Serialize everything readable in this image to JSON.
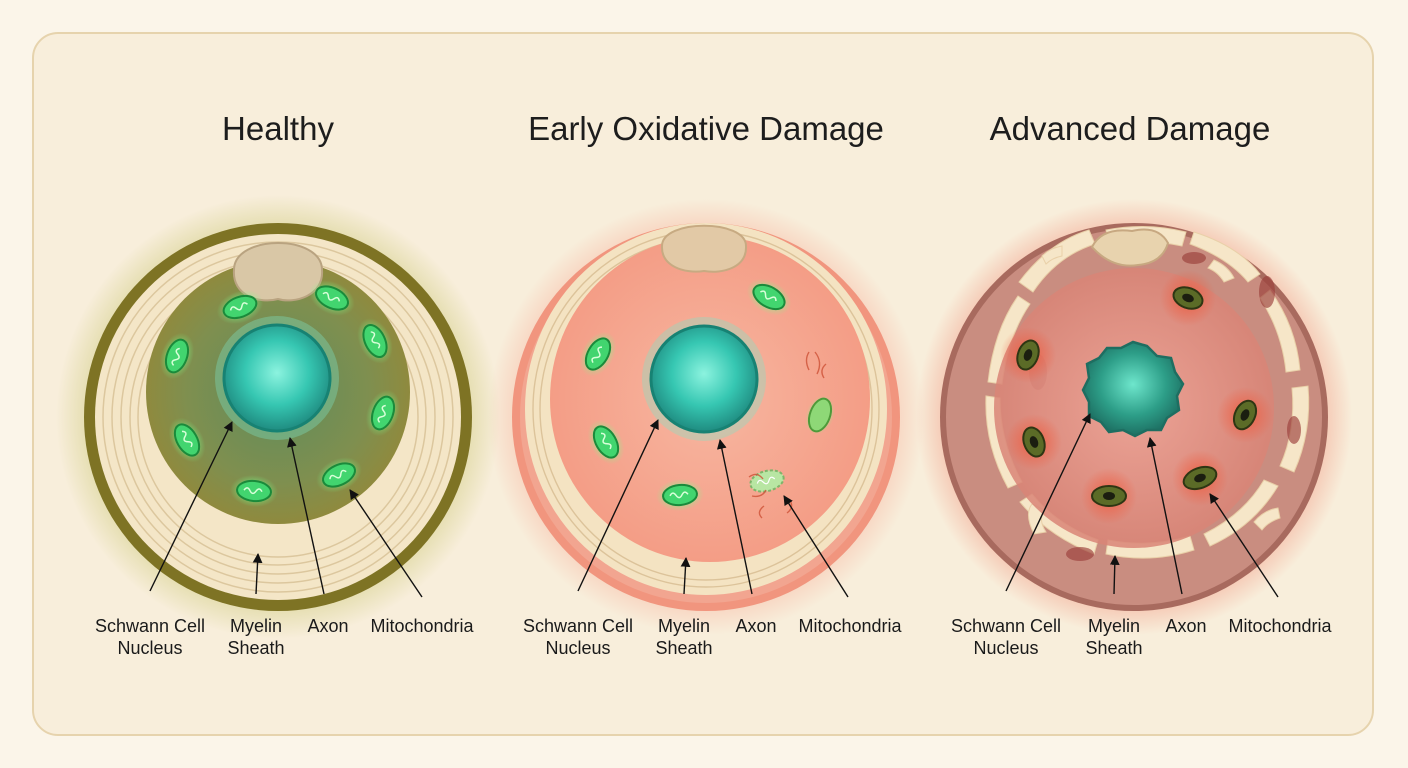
{
  "panels": [
    {
      "title": "Healthy",
      "labels": {
        "nucleus_line1": "Schwann Cell",
        "nucleus_line2": "Nucleus",
        "myelin_line1": "Myelin",
        "myelin_line2": "Sheath",
        "axon": "Axon",
        "mito": "Mitochondria"
      }
    },
    {
      "title": "Early Oxidative Damage",
      "labels": {
        "nucleus_line1": "Schwann Cell",
        "nucleus_line2": "Nucleus",
        "myelin_line1": "Myelin",
        "myelin_line2": "Sheath",
        "axon": "Axon",
        "mito": "Mitochondria"
      }
    },
    {
      "title": "Advanced Damage",
      "labels": {
        "nucleus_line1": "Schwann Cell",
        "nucleus_line2": "Nucleus",
        "myelin_line1": "Myelin",
        "myelin_line2": "Sheath",
        "axon": "Axon",
        "mito": "Mitochondria"
      }
    }
  ],
  "colors": {
    "background": "#f8eedb",
    "healthy_ring": "#7a6d1c",
    "healthy_glow": "#c9c77a",
    "mitochondria_green": "#39d06a",
    "axon_teal": "#2fc5b0",
    "damage_red": "#f39c86",
    "advanced_ring": "#a86a5e",
    "myelin_cream": "#f4e6c7"
  }
}
